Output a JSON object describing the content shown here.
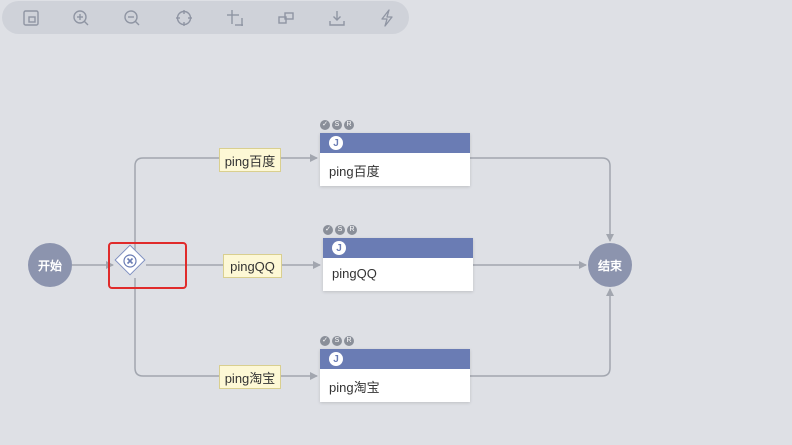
{
  "toolbar": {
    "tools": [
      {
        "name": "minimap-icon"
      },
      {
        "name": "zoom-in-icon"
      },
      {
        "name": "zoom-out-icon"
      },
      {
        "name": "fit-view-icon"
      },
      {
        "name": "grid-icon"
      },
      {
        "name": "layout-icon"
      },
      {
        "name": "download-icon"
      },
      {
        "name": "flash-icon"
      }
    ]
  },
  "nodes": {
    "start": {
      "label": "开始"
    },
    "end": {
      "label": "结束"
    },
    "tasks": [
      {
        "label": "ping百度",
        "badge": "J"
      },
      {
        "label": "pingQQ",
        "badge": "J"
      },
      {
        "label": "ping淘宝",
        "badge": "J"
      }
    ]
  },
  "edge_labels": [
    "ping百度",
    "pingQQ",
    "ping淘宝"
  ],
  "status_icons": [
    "✓",
    "S",
    "R"
  ],
  "colors": {
    "canvas": "#dee0e5",
    "node": "#8c94ae",
    "task_header": "#6a7cb4",
    "edge_label_bg": "#fdf8d5",
    "highlight": "#e02b2b"
  }
}
